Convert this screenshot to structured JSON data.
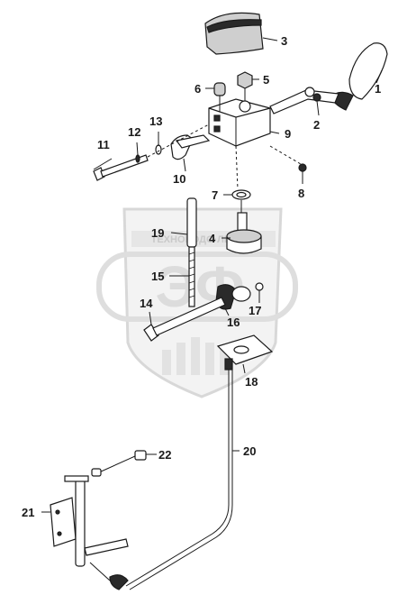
{
  "watermark": {
    "banner_text": "ТЕХНОРОДО·ЛЕМАШ",
    "letters": "ЭФ"
  },
  "callouts": [
    {
      "id": "c1",
      "label": "1"
    },
    {
      "id": "c2",
      "label": "2"
    },
    {
      "id": "c3",
      "label": "3"
    },
    {
      "id": "c4",
      "label": "4"
    },
    {
      "id": "c5",
      "label": "5"
    },
    {
      "id": "c6",
      "label": "6"
    },
    {
      "id": "c7",
      "label": "7"
    },
    {
      "id": "c8",
      "label": "8"
    },
    {
      "id": "c9",
      "label": "9"
    },
    {
      "id": "c10",
      "label": "10"
    },
    {
      "id": "c11",
      "label": "11"
    },
    {
      "id": "c12",
      "label": "12"
    },
    {
      "id": "c13",
      "label": "13"
    },
    {
      "id": "c14",
      "label": "14"
    },
    {
      "id": "c15",
      "label": "15"
    },
    {
      "id": "c16",
      "label": "16"
    },
    {
      "id": "c17",
      "label": "17"
    },
    {
      "id": "c18",
      "label": "18"
    },
    {
      "id": "c19",
      "label": "19"
    },
    {
      "id": "c20",
      "label": "20"
    },
    {
      "id": "c21",
      "label": "21"
    },
    {
      "id": "c22",
      "label": "22"
    }
  ]
}
